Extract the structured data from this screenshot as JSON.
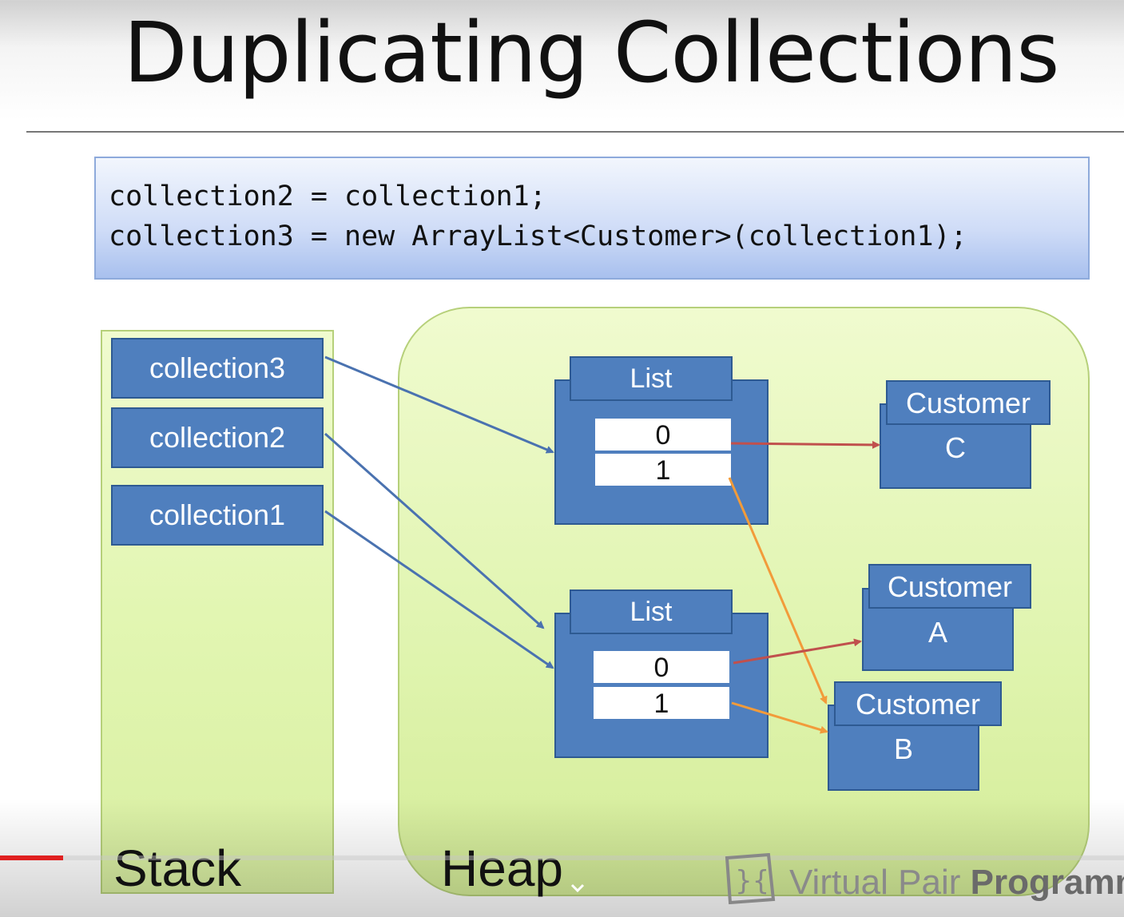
{
  "title": "Duplicating Collections",
  "code": {
    "line1": "collection2 = collection1;",
    "line2": "collection3 = new ArrayList<Customer>(collection1);"
  },
  "stack": {
    "label": "Stack",
    "vars": [
      "collection3",
      "collection2",
      "collection1"
    ]
  },
  "heap": {
    "label": "Heap",
    "lists": [
      {
        "header": "List",
        "cells": [
          "0",
          "1"
        ]
      },
      {
        "header": "List",
        "cells": [
          "0",
          "1"
        ]
      }
    ],
    "customers": [
      {
        "header": "Customer",
        "name": "C"
      },
      {
        "header": "Customer",
        "name": "A"
      },
      {
        "header": "Customer",
        "name": "B"
      }
    ]
  },
  "watermark": {
    "light": "Virtual Pair ",
    "bold": "Programm",
    "icon": "brackets-logo-icon"
  },
  "player": {
    "progress_fraction": 0.056
  },
  "colors": {
    "box_fill": "#4f7fbe",
    "box_border": "#2e5a92",
    "pane_fill": "#e2f6b2",
    "ref_arrow": "#4a72b0",
    "red_arrow": "#c0504d",
    "orange_arrow": "#f29b3a"
  }
}
